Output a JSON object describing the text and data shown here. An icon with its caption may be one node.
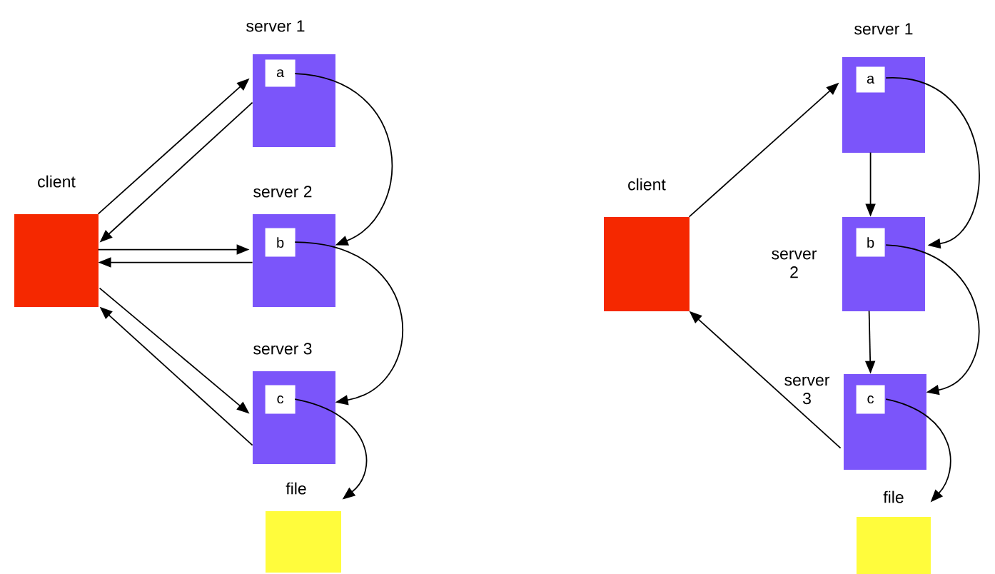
{
  "diagram": {
    "nodes": [
      {
        "text": [
          "client"
        ]
      },
      {
        "text": [
          "server 1"
        ]
      },
      {
        "text": [
          "a"
        ],
        "in": 1
      },
      {
        "text": [
          "server 2"
        ]
      },
      {
        "text": [
          "b"
        ],
        "in": 3
      },
      {
        "text": [
          "server 3"
        ]
      },
      {
        "text": [
          "c"
        ],
        "in": 5
      },
      {
        "text": [
          "file"
        ]
      },
      {
        "text": [
          "client"
        ]
      },
      {
        "text": [
          "server 1"
        ]
      },
      {
        "text": [
          "a"
        ],
        "in": 9
      },
      {
        "text": [
          "server 2"
        ]
      },
      {
        "text": [
          "b"
        ],
        "in": 11
      },
      {
        "text": [
          "server 3"
        ]
      },
      {
        "text": [
          "c"
        ],
        "in": 13
      },
      {
        "text": [
          "file"
        ]
      }
    ],
    "edges": [
      {
        "from": 0,
        "to": 1,
        "arrow": "to"
      },
      {
        "from": 1,
        "to": 0,
        "arrow": "to"
      },
      {
        "from": 0,
        "to": 3,
        "arrow": "to"
      },
      {
        "from": 3,
        "to": 0,
        "arrow": "to"
      },
      {
        "from": 0,
        "to": 5,
        "arrow": "to"
      },
      {
        "from": 5,
        "to": 0,
        "arrow": "to"
      },
      {
        "from": 2,
        "to": 3,
        "arrow": "to"
      },
      {
        "from": 4,
        "to": 5,
        "arrow": "to"
      },
      {
        "from": 6,
        "to": 7,
        "arrow": "to"
      },
      {
        "from": 8,
        "to": 9,
        "arrow": "to"
      },
      {
        "from": 9,
        "to": 11,
        "arrow": "to"
      },
      {
        "from": 11,
        "to": 13,
        "arrow": "to"
      },
      {
        "from": 13,
        "to": 8,
        "arrow": "to"
      },
      {
        "from": 10,
        "to": 11,
        "arrow": "to"
      },
      {
        "from": 12,
        "to": 13,
        "arrow": "to"
      },
      {
        "from": 14,
        "to": 15,
        "arrow": "to"
      }
    ]
  }
}
